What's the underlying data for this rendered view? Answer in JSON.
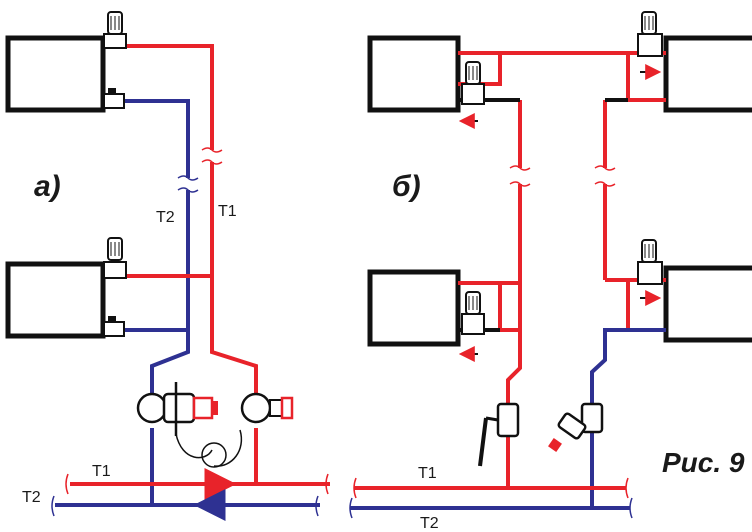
{
  "colors": {
    "supply": "#e8232a",
    "return": "#2e3192",
    "outline": "#111111",
    "valve_cap": "#c9202a"
  },
  "diagram_a": {
    "panel_label": "а)",
    "riser_supply_label": "T1",
    "riser_return_label": "T2",
    "main_supply_label": "T1",
    "main_return_label": "T2"
  },
  "diagram_b": {
    "panel_label": "б)",
    "main_supply_label": "T1",
    "main_return_label": "T2"
  },
  "caption": "Рис. 9"
}
